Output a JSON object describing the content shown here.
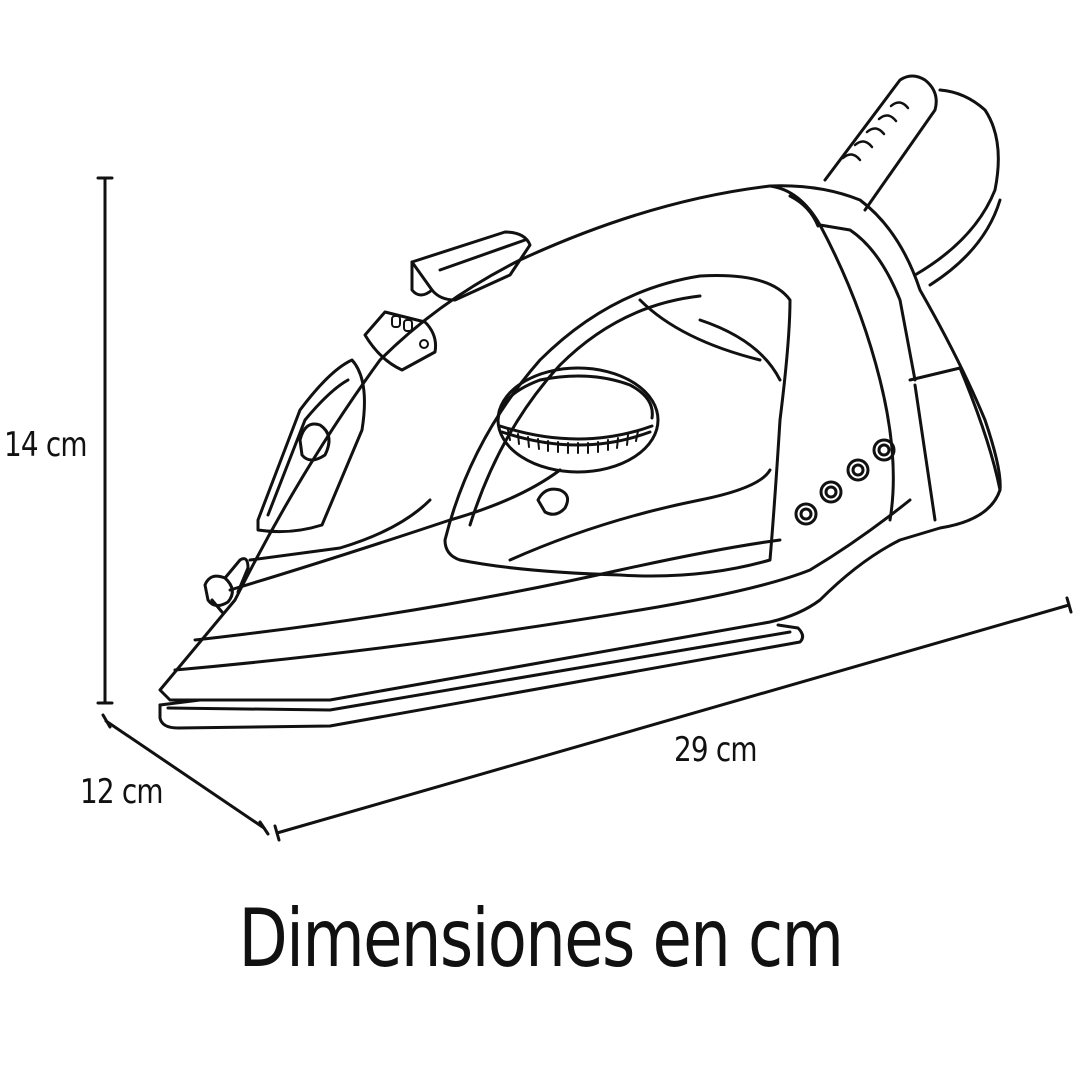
{
  "dimensions": {
    "height": "14 cm",
    "depth": "12 cm",
    "length": "29 cm"
  },
  "caption": "Dimensiones en cm",
  "colors": {
    "ink": "#111111",
    "background": "#ffffff"
  }
}
